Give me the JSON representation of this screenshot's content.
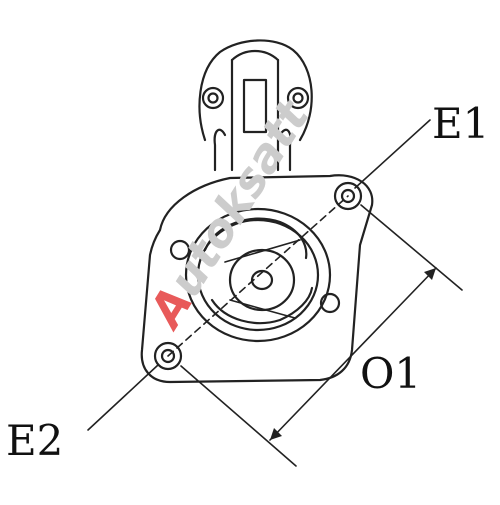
{
  "labels": {
    "e1": "E1",
    "e2": "E2",
    "o1": "O1"
  },
  "watermark": {
    "accent": "A",
    "rest": "utoksatt"
  },
  "colors": {
    "line": "#222222",
    "watermark_text": "#cccccc",
    "watermark_accent": "#e85a5a"
  }
}
